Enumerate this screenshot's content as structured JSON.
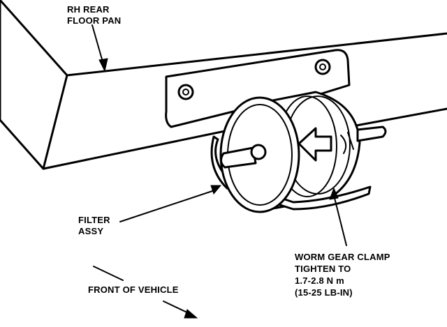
{
  "labels": {
    "floor_pan": [
      "RH REAR",
      "FLOOR PAN"
    ],
    "filter": [
      "FILTER",
      "ASSY"
    ],
    "clamp": [
      "WORM GEAR CLAMP",
      "TIGHTEN TO",
      "1.7-2.8 N m",
      "(15-25 LB-IN)"
    ],
    "front": "FRONT OF VEHICLE"
  },
  "colors": {
    "ink": "#000000",
    "paper": "#ffffff"
  }
}
